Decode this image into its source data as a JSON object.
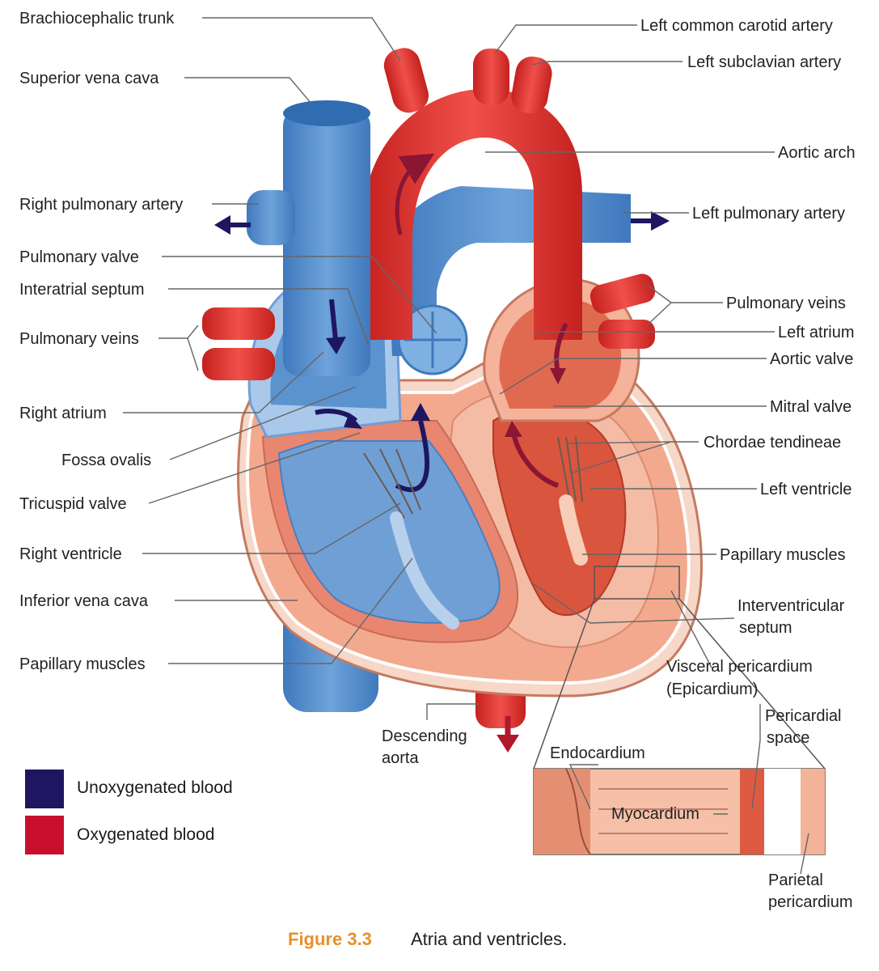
{
  "labels": {
    "brachiocephalic_trunk": "Brachiocephalic trunk",
    "superior_vena_cava": "Superior vena cava",
    "right_pulmonary_artery": "Right pulmonary artery",
    "pulmonary_valve": "Pulmonary valve",
    "interatrial_septum": "Interatrial septum",
    "pulmonary_veins_left_side": "Pulmonary veins",
    "right_atrium": "Right atrium",
    "fossa_ovalis": "Fossa ovalis",
    "tricuspid_valve": "Tricuspid valve",
    "right_ventricle": "Right ventricle",
    "inferior_vena_cava": "Inferior vena cava",
    "papillary_muscles_left_side": "Papillary muscles",
    "left_common_carotid_artery": "Left common carotid artery",
    "left_subclavian_artery": "Left subclavian artery",
    "aortic_arch": "Aortic arch",
    "left_pulmonary_artery": "Left pulmonary artery",
    "pulmonary_veins_right_side": "Pulmonary veins",
    "left_atrium": "Left atrium",
    "aortic_valve": "Aortic valve",
    "mitral_valve": "Mitral valve",
    "chordae_tendineae": "Chordae tendineae",
    "left_ventricle": "Left ventricle",
    "papillary_muscles_right_side": "Papillary muscles",
    "interventricular_septum_line1": "Interventricular",
    "interventricular_septum_line2": "septum",
    "visceral_pericardium_line1": "Visceral pericardium",
    "visceral_pericardium_line2": "(Epicardium)",
    "pericardial_space_line1": "Pericardial",
    "pericardial_space_line2": "space",
    "endocardium": "Endocardium",
    "myocardium": "Myocardium",
    "parietal_pericardium_line1": "Parietal",
    "parietal_pericardium_line2": "pericardium",
    "descending_aorta_line1": "Descending",
    "descending_aorta_line2": "aorta"
  },
  "legend": {
    "unoxygenated": {
      "label": "Unoxygenated blood",
      "color": "#1e1660"
    },
    "oxygenated": {
      "label": "Oxygenated blood",
      "color": "#c8102e"
    }
  },
  "caption": {
    "number": "Figure 3.3",
    "text": "Atria and ventricles."
  },
  "colors": {
    "blue_vessel": "#5b93cf",
    "blue_dark": "#2f6db0",
    "blue_light": "#a9c8ea",
    "red_vessel": "#e2322e",
    "red_dark": "#a8201d",
    "muscle_pink": "#f4b39a",
    "muscle_salmon": "#e8886d",
    "arrow_navy": "#1e1660",
    "arrow_maroon": "#8a1535",
    "caption_orange": "#e8902a"
  }
}
